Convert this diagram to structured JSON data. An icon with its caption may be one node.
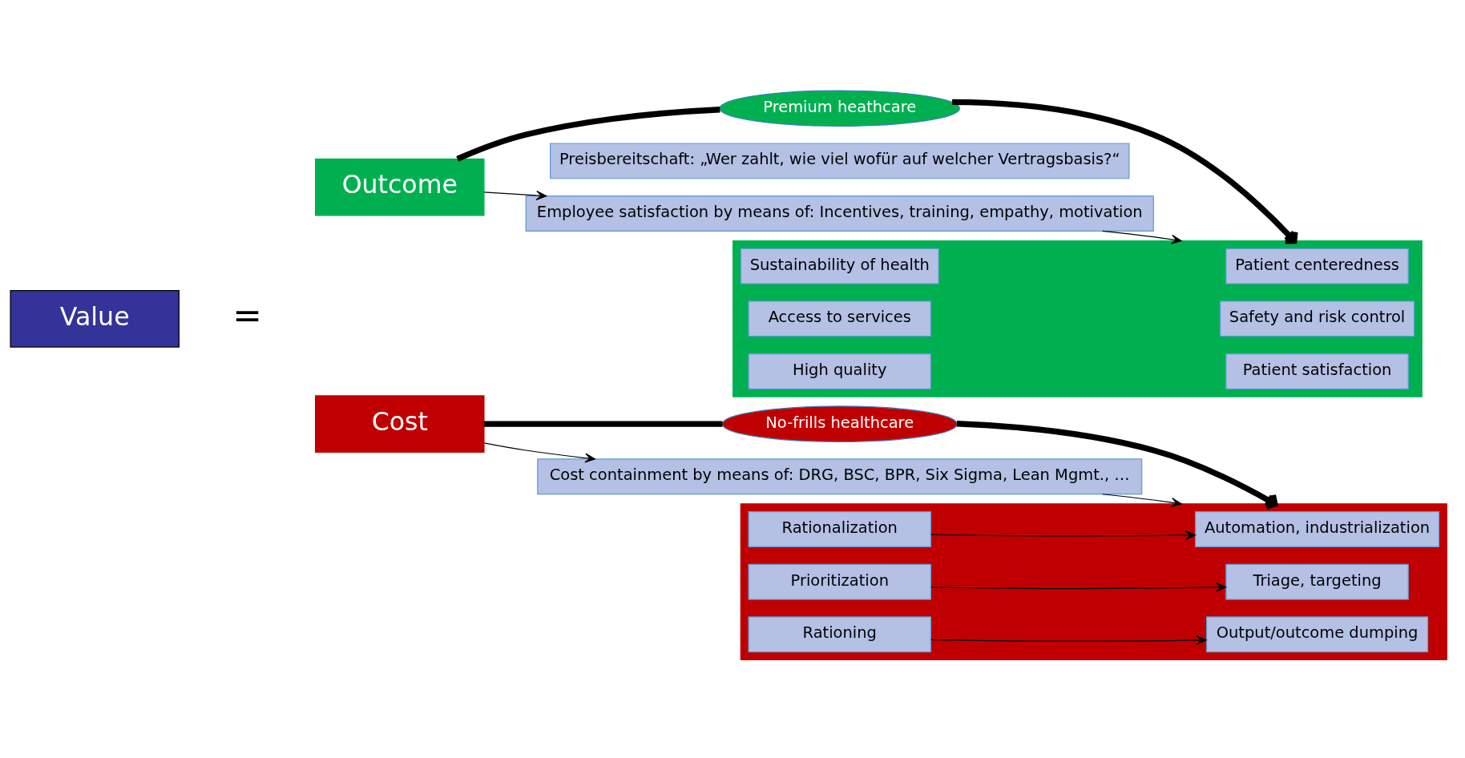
{
  "diagram": {
    "nodes": [
      {
        "text": [
          "Value"
        ]
      },
      {
        "text": [
          "Outcome"
        ]
      },
      {
        "text": [
          "Cost"
        ]
      },
      {
        "text": [
          "Premium heathcare"
        ]
      },
      {
        "text": [
          "No-frills healthcare"
        ]
      },
      {
        "text": [
          "Preisbereitschaft: „Wer zahlt, wie viel wofür auf welcher Vertragsbasis?“"
        ]
      },
      {
        "text": [],
        "shape": "box"
      },
      {
        "text": [
          "Access to services"
        ],
        "in": 6
      },
      {
        "text": [
          "Safety and risk control"
        ],
        "in": 6
      },
      {
        "text": [
          "Sustainability of health"
        ],
        "in": 6
      },
      {
        "text": [
          "Patient centeredness"
        ],
        "in": 6
      },
      {
        "text": [
          "High quality"
        ],
        "in": 6
      },
      {
        "text": [
          "Patient satisfaction"
        ],
        "in": 6
      },
      {
        "text": [
          "Employee satisfaction by means of: Incentives, training, empathy, motivation"
        ]
      },
      {
        "text": [
          "Cost containment by means of: DRG, BSC, BPR, Six Sigma, Lean Mgmt., …"
        ]
      },
      {
        "text": [],
        "shape": "box"
      },
      {
        "text": [
          "Prioritization"
        ],
        "in": 15
      },
      {
        "text": [
          "Triage, targeting"
        ],
        "in": 15
      },
      {
        "text": [
          "Rationalization"
        ],
        "in": 15
      },
      {
        "text": [
          "Automation, industrialization"
        ],
        "in": 15
      },
      {
        "text": [
          "Rationing"
        ],
        "in": 15
      },
      {
        "text": [
          "Output/outcome dumping"
        ],
        "in": 15
      }
    ],
    "edges": [
      {
        "from": 1,
        "to": 3,
        "arrow": "none",
        "style": "thick"
      },
      {
        "from": 3,
        "to": 6,
        "arrow": "to",
        "style": "thick"
      },
      {
        "from": 2,
        "to": 4,
        "arrow": "none",
        "style": "thick"
      },
      {
        "from": 4,
        "to": 15,
        "arrow": "to",
        "style": "thick"
      },
      {
        "from": 1,
        "to": 13,
        "arrow": "to"
      },
      {
        "from": 2,
        "to": 14,
        "arrow": "to"
      },
      {
        "from": 13,
        "to": 6,
        "arrow": "to"
      },
      {
        "from": 14,
        "to": 15,
        "arrow": "to"
      },
      {
        "from": 16,
        "to": 17,
        "arrow": "to"
      },
      {
        "from": 18,
        "to": 19,
        "arrow": "to"
      },
      {
        "from": 20,
        "to": 21,
        "arrow": "to"
      }
    ],
    "labels": [
      "="
    ]
  }
}
